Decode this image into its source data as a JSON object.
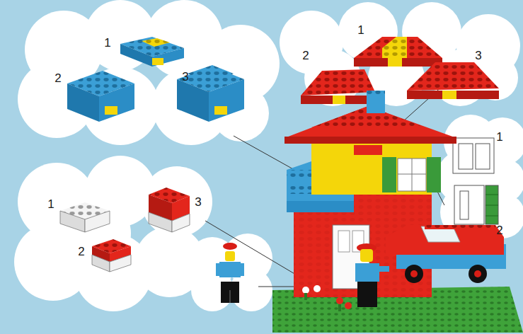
{
  "diagram": {
    "labels": [
      "1",
      "2",
      "3",
      "1",
      "2",
      "3",
      "1",
      "2",
      "1",
      "2",
      "3"
    ]
  }
}
